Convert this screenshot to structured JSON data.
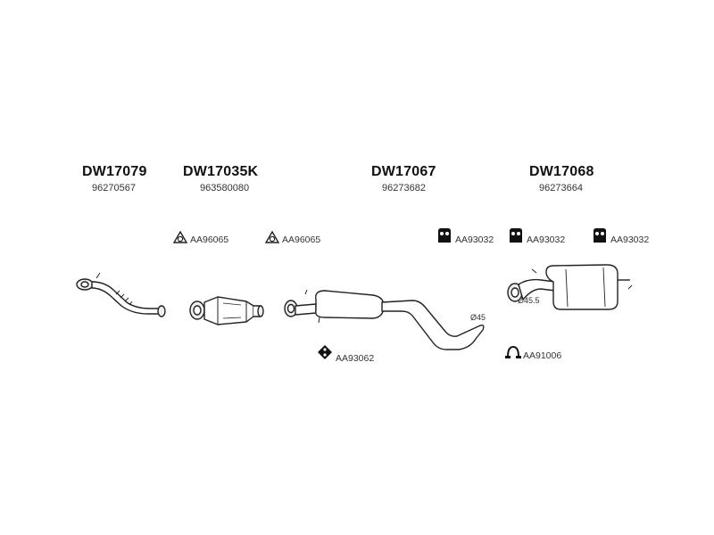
{
  "assemblies": [
    {
      "code": "DW17079",
      "number": "96270567"
    },
    {
      "code": "DW17035K",
      "number": "963580080"
    },
    {
      "code": "DW17067",
      "number": "96273682"
    },
    {
      "code": "DW17068",
      "number": "96273664"
    }
  ],
  "fittings": [
    {
      "label": "AA96065",
      "icon": "gasket-icon"
    },
    {
      "label": "AA96065",
      "icon": "gasket-icon"
    },
    {
      "label": "AA93032",
      "icon": "rubber-mount-icon"
    },
    {
      "label": "AA93032",
      "icon": "rubber-mount-icon"
    },
    {
      "label": "AA93032",
      "icon": "rubber-mount-icon"
    },
    {
      "label": "AA93062",
      "icon": "hanger-icon"
    },
    {
      "label": "AA91006",
      "icon": "clamp-icon"
    }
  ],
  "dimensions": {
    "pipe_diameter": "Ø45",
    "tailpipe_diameter": "Ø45.5"
  }
}
